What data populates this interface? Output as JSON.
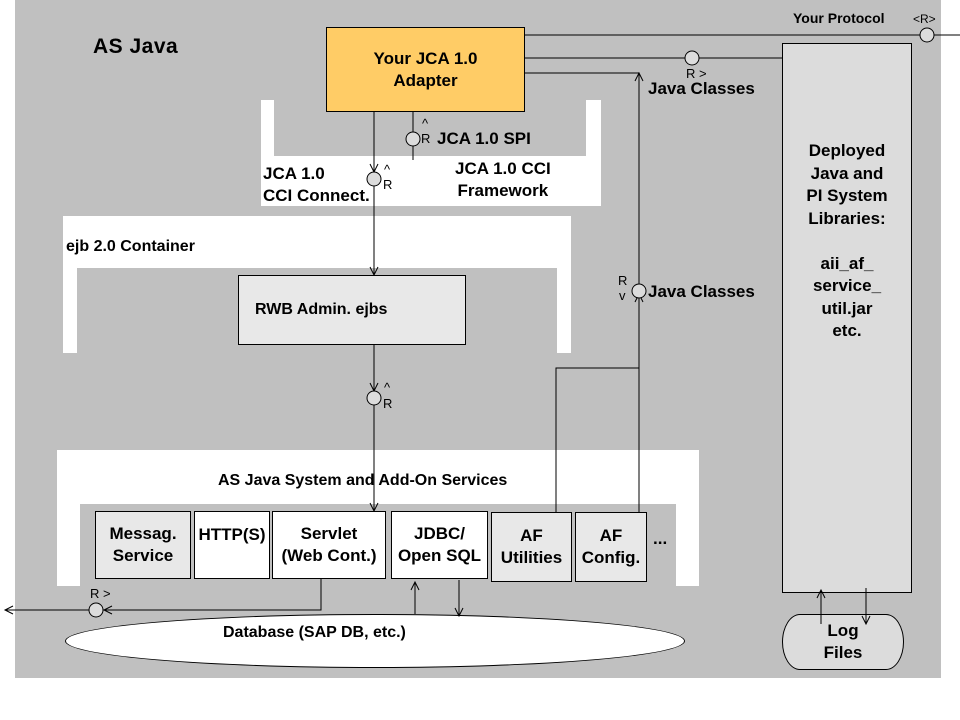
{
  "diagram": {
    "title": "AS Java",
    "adapter": {
      "label": "Your JCA 1.0\nAdapter",
      "color": "#ffcc66"
    },
    "protocol": {
      "label": "Your Protocol",
      "marker": "<R>"
    },
    "spi_label": "JCA 1.0 SPI",
    "cci_connect_label": "JCA 1.0\nCCI Connect.",
    "cci_framework_label": "JCA 1.0 CCI\nFramework",
    "java_classes_top": "Java Classes",
    "java_classes_mid": "Java Classes",
    "ejb_container_label": "ejb 2.0 Container",
    "rwb_label": "RWB Admin. ejbs",
    "services_label": "AS Java System and Add-On Services",
    "services": [
      {
        "label": "Messag.\nService",
        "shade": "#e8e8e8"
      },
      {
        "label": "HTTP(S)",
        "shade": "#ffffff"
      },
      {
        "label": "Servlet\n(Web Cont.)",
        "shade": "#ffffff"
      },
      {
        "label": "JDBC/\nOpen SQL",
        "shade": "#ffffff"
      },
      {
        "label": "AF\nUtilities",
        "shade": "#e8e8e8"
      },
      {
        "label": "AF\nConfig.",
        "shade": "#e8e8e8"
      }
    ],
    "ellipsis": "...",
    "database_label": "Database (SAP DB, etc.)",
    "libraries_label": "Deployed\nJava and\nPI System\nLibraries:\n\naii_af_\nservice_\nutil.jar\netc.",
    "log_files_label": "Log\nFiles",
    "r_markers": {
      "r_up": "^\nR",
      "r_right": "R >",
      "r_down": "R\nv"
    }
  }
}
